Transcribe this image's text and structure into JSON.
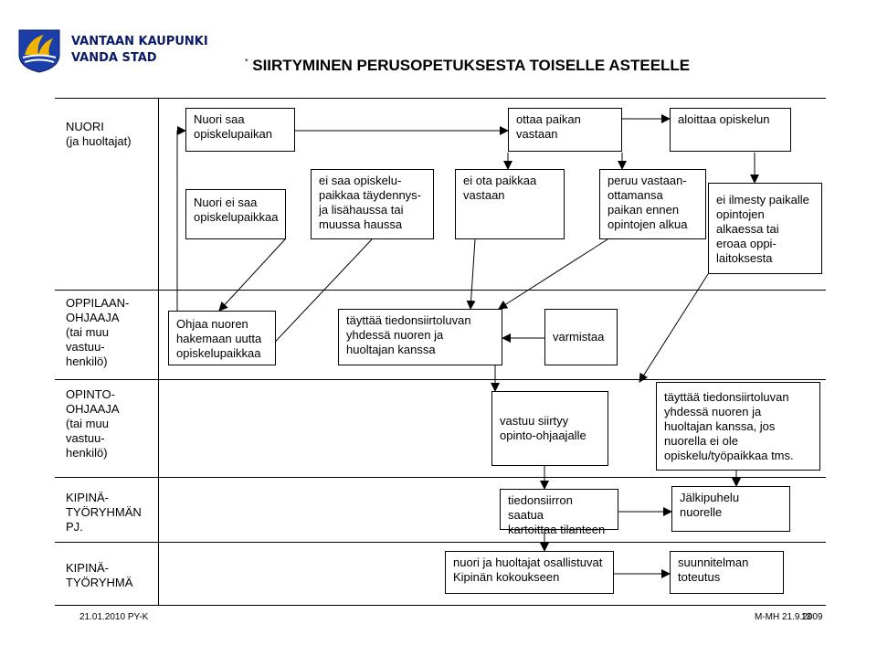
{
  "header": {
    "org_line1": "VANTAAN KAUPUNKI",
    "org_line2": "VANDA STAD",
    "title_prefix": "*",
    "title": "SIIRTYMINEN PERUSOPETUKSESTA TOISELLE ASTEELLE"
  },
  "lanes": [
    {
      "id": "nuori",
      "lines": [
        "NUORI",
        "(ja huoltajat)"
      ]
    },
    {
      "id": "oppilaanohjaaja",
      "lines": [
        "OPPILAAN-",
        "OHJAAJA",
        "(tai muu",
        "vastuu-",
        "henkilö)"
      ]
    },
    {
      "id": "opintoohjaaja",
      "lines": [
        "OPINTO-",
        "OHJAAJA",
        "(tai muu",
        "vastuu-",
        "henkilö)"
      ]
    },
    {
      "id": "kipina_pj",
      "lines": [
        "KIPINÄ-",
        "TYÖRYHMÄN",
        "PJ."
      ]
    },
    {
      "id": "kipina",
      "lines": [
        "KIPINÄ-",
        "TYÖRYHMÄ"
      ]
    }
  ],
  "boxes": {
    "nuori_saa": [
      "Nuori saa",
      "opiskelupaikan"
    ],
    "ottaa_paikan": [
      "ottaa paikan",
      "vastaan"
    ],
    "aloittaa": [
      "aloittaa opiskelun"
    ],
    "nuori_ei_saa": [
      "Nuori ei saa",
      "opiskelupaikkaa"
    ],
    "ei_saa_tayd": [
      "ei saa opiskelu-",
      "paikkaa täydennys-",
      "ja lisähaussa tai",
      "muussa haussa"
    ],
    "ei_ota": [
      "ei ota paikkaa",
      "vastaan"
    ],
    "peruu": [
      "peruu vastaan-",
      "ottamansa",
      "paikan ennen",
      "opintojen alkua"
    ],
    "ei_ilmesty": [
      "ei ilmesty paikalle",
      "opintojen",
      "alkaessa tai",
      "eroaa oppi-",
      "laitoksesta"
    ],
    "ohjaa": [
      "Ohjaa nuoren",
      "hakemaan uutta",
      "opiskelupaikkaa"
    ],
    "tayttaa1": [
      "täyttää tiedonsiirtoluvan",
      "yhdessä nuoren ja",
      "huoltajan kanssa"
    ],
    "varmistaa": [
      "varmistaa"
    ],
    "vastuu_siirtyy": [
      "vastuu siirtyy",
      "opinto-ohjaajalle"
    ],
    "tayttaa2": [
      "täyttää tiedonsiirtoluvan",
      "yhdessä nuoren ja",
      "huoltajan kanssa, jos",
      "nuorella ei ole",
      "opiskelu/työpaikkaa tms."
    ],
    "tiedonsiirron": [
      "tiedonsiirron saatua",
      "kartoittaa tilanteen"
    ],
    "jalkipuhelu": [
      "Jälkipuhelu",
      "nuorelle"
    ],
    "nuori_huoltajat": [
      "nuori ja huoltajat osallistuvat",
      "Kipinän kokoukseen"
    ],
    "suunnitelman": [
      "suunnitelman",
      "toteutus"
    ]
  },
  "footer": {
    "left": "21.01.2010 PY-K",
    "right": "M-MH 21.9.2009",
    "page": "13"
  }
}
